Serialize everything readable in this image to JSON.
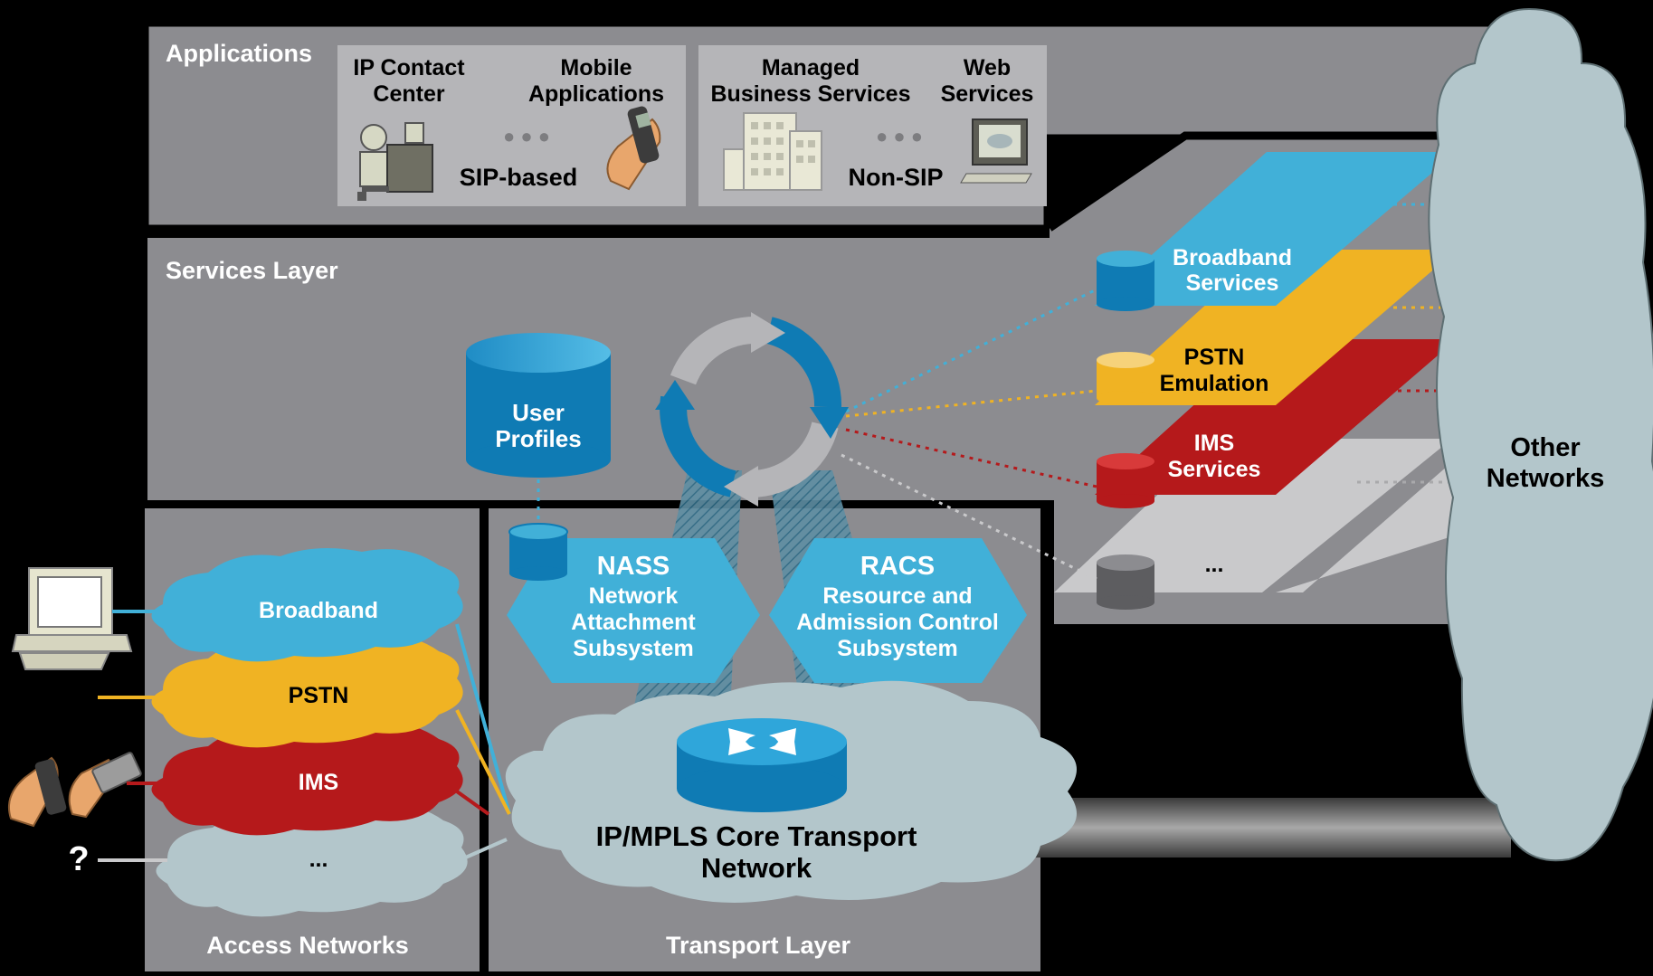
{
  "layers": {
    "applications": "Applications",
    "services": "Services Layer",
    "access": "Access Networks",
    "transport": "Transport Layer"
  },
  "apps": {
    "ip_contact_center": [
      "IP Contact",
      "Center"
    ],
    "mobile_applications": [
      "Mobile",
      "Applications"
    ],
    "sip_based": "SIP-based",
    "managed_business": [
      "Managed",
      "Business Services"
    ],
    "web_services": [
      "Web",
      "Services"
    ],
    "non_sip": "Non-SIP",
    "ellipsis_dots": "● ● ●"
  },
  "services": {
    "user_profiles": [
      "User",
      "Profiles"
    ],
    "nass": {
      "title": "NASS",
      "lines": [
        "Network",
        "Attachment",
        "Subsystem"
      ]
    },
    "racs": {
      "title": "RACS",
      "lines": [
        "Resource and",
        "Admission Control",
        "Subsystem"
      ]
    },
    "planes": [
      {
        "lines": [
          "Broadband",
          "Services"
        ],
        "color": "#41b0d8"
      },
      {
        "lines": [
          "PSTN",
          "Emulation"
        ],
        "color": "#f0b323"
      },
      {
        "lines": [
          "IMS",
          "Services"
        ],
        "color": "#b5191b"
      },
      {
        "lines": [
          "...",
          ""
        ],
        "color": "#c9c9cb"
      }
    ]
  },
  "access_clouds": [
    {
      "label": "Broadband",
      "color": "#41b0d8"
    },
    {
      "label": "PSTN",
      "color": "#f0b323"
    },
    {
      "label": "IMS",
      "color": "#b5191b"
    },
    {
      "label": "...",
      "color": "#b3c6cb"
    }
  ],
  "core": [
    "IP/MPLS Core Transport",
    "Network"
  ],
  "other_networks": [
    "Other",
    "Networks"
  ],
  "unknown_device": "?",
  "colors": {
    "panel": "#8c8c90",
    "box": "#b5b5b8",
    "cloud": "#b3c6cb",
    "blue": "#0f7bb4",
    "light_blue": "#41b0d8",
    "yellow": "#f0b323",
    "red": "#b5191b",
    "grey_plane": "#c9c9cb"
  }
}
